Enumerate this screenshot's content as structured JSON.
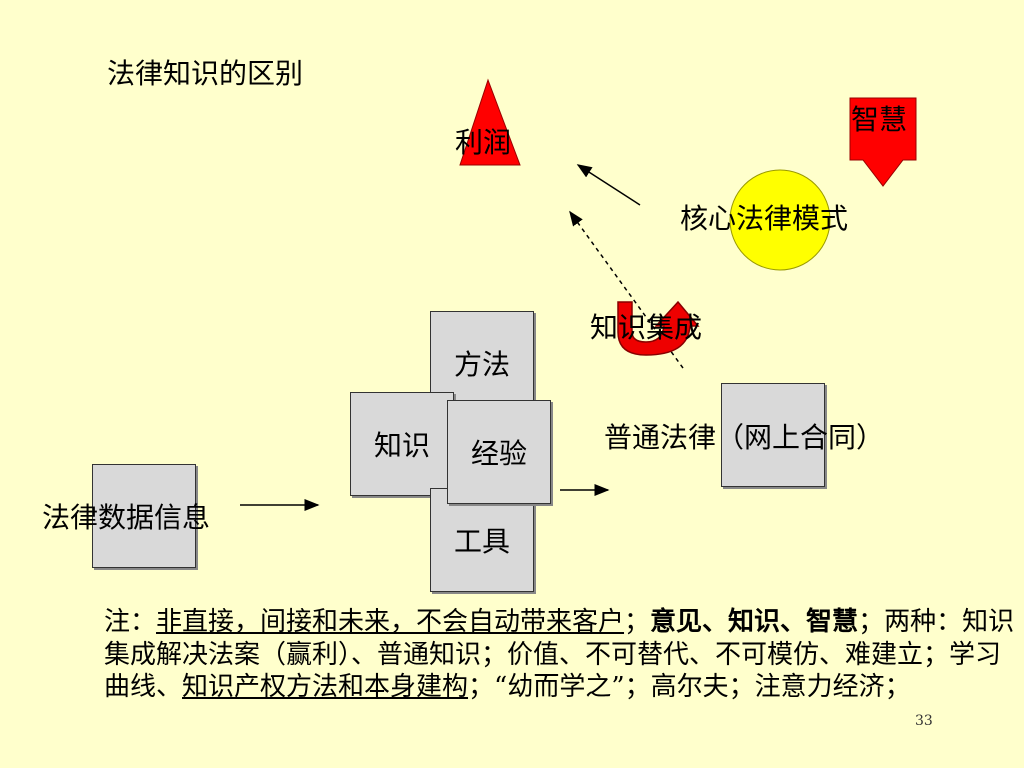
{
  "title": "法律知识的区别",
  "nodes": {
    "profit": "利润",
    "wisdom": "智慧",
    "core_model": "核心法律模式",
    "integration": "知识集成",
    "method": "方法",
    "knowledge": "知识",
    "experience": "经验",
    "tool": "工具",
    "ordinary_law": "普通法律（网上合同）",
    "data_info": "法律数据信息"
  },
  "note": {
    "prefix": "注：",
    "u1": "非直接，间接和未来，不会自动带来客户",
    "sep1": "；",
    "bold1": "意见、知识、智慧",
    "rest1": "；两种：知识集成解决法案（赢利）、普通知识；价值、不可替代、不可模仿、难建立；学习曲线、",
    "u2": "知识产权方法和本身建构",
    "rest2": "；“幼而学之”；高尔夫；注意力经济；"
  },
  "page_number": "33",
  "colors": {
    "background": "#ffffcc",
    "red": "#ff0000",
    "yellow": "#ffff00",
    "gray": "#d9d9d9"
  }
}
